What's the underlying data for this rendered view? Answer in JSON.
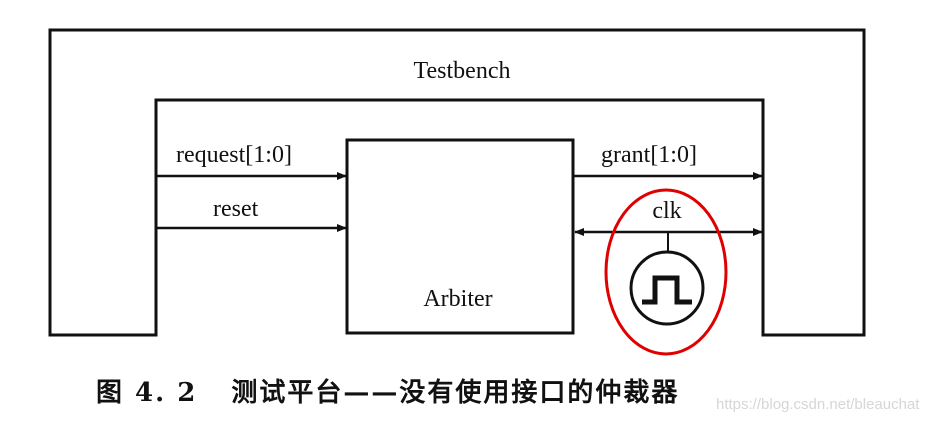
{
  "diagram": {
    "outer_label": "Testbench",
    "dut_label": "Arbiter",
    "signals": {
      "request": "request[1:0]",
      "reset": "reset",
      "grant": "grant[1:0]",
      "clk": "clk"
    },
    "highlight_color": "#e00000"
  },
  "caption": {
    "figure_number": "图 4. 2",
    "title": "测试平台——没有使用接口的仲裁器"
  },
  "watermark": "https://blog.csdn.net/bleauchat"
}
